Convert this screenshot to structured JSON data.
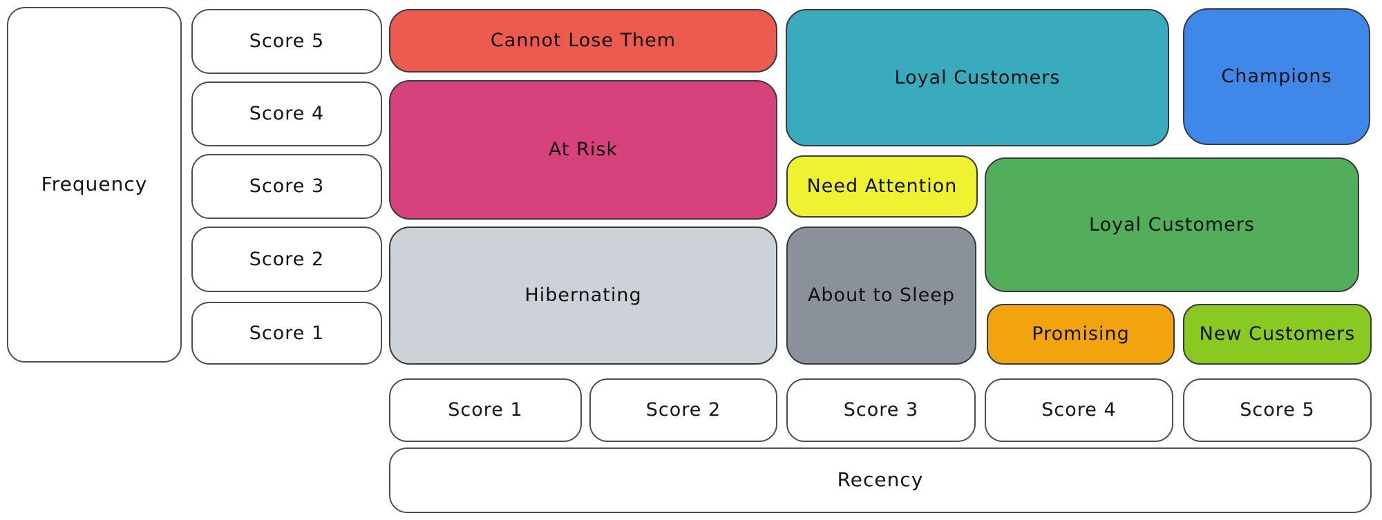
{
  "axes": {
    "frequency": {
      "label": "Frequency",
      "scores": [
        "Score 5",
        "Score 4",
        "Score 3",
        "Score 2",
        "Score 1"
      ]
    },
    "recency": {
      "label": "Recency",
      "scores": [
        "Score 1",
        "Score 2",
        "Score 3",
        "Score 4",
        "Score 5"
      ]
    }
  },
  "segments": [
    {
      "id": "cannot-lose-them",
      "label": "Cannot Lose Them",
      "color": "#ed5a4f"
    },
    {
      "id": "at-risk",
      "label": "At Risk",
      "color": "#d6437c"
    },
    {
      "id": "hibernating",
      "label": "Hibernating",
      "color": "#cdd2d9"
    },
    {
      "id": "loyal-customers-top",
      "label": "Loyal Customers",
      "color": "#3aaabd"
    },
    {
      "id": "champions",
      "label": "Champions",
      "color": "#3f87e9"
    },
    {
      "id": "need-attention",
      "label": "Need Attention",
      "color": "#eef230"
    },
    {
      "id": "loyal-customers-right",
      "label": "Loyal Customers",
      "color": "#52ae5b"
    },
    {
      "id": "about-to-sleep",
      "label": "About to Sleep",
      "color": "#8b9199"
    },
    {
      "id": "promising",
      "label": "Promising",
      "color": "#f1a40e"
    },
    {
      "id": "new-customers",
      "label": "New Customers",
      "color": "#8ac822"
    }
  ],
  "colors": {
    "background": "#ffffff",
    "border": "#363b40",
    "text": "#141414"
  }
}
